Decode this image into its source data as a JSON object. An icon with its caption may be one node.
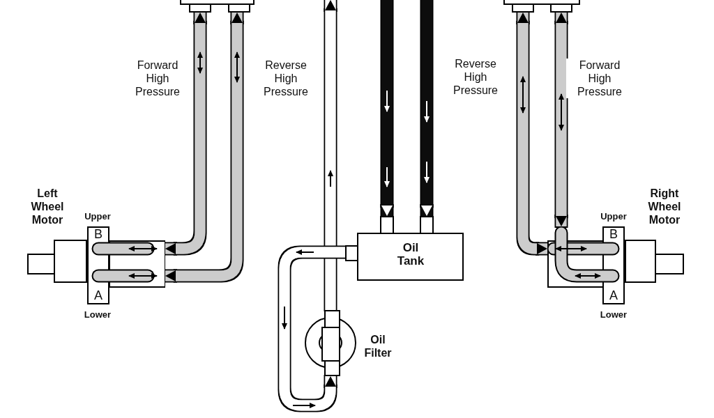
{
  "diagram": {
    "nodes": [
      {
        "text": [
          "Left Wheel Motor"
        ]
      },
      {
        "text": [
          "B",
          "A"
        ],
        "beside": [
          "Upper",
          "Lower"
        ]
      },
      {
        "text": [
          "Oil Tank"
        ]
      },
      {
        "text": [],
        "shape": "circle",
        "beside": [
          "Oil Filter"
        ]
      },
      {
        "text": [
          "Right Wheel Motor"
        ]
      },
      {
        "text": [
          "B",
          "A"
        ],
        "beside": [
          "Upper",
          "Lower"
        ]
      },
      {
        "text": [],
        "shape": "box"
      },
      {
        "text": [],
        "shape": "box"
      }
    ],
    "edges": [
      {
        "from": 6,
        "to": 1,
        "arrow": "both",
        "label": "Forward High Pressure",
        "color": "#cccccc"
      },
      {
        "from": 6,
        "to": 1,
        "arrow": "both",
        "label": "Reverse High Pressure",
        "color": "#cccccc"
      },
      {
        "from": null,
        "to": 2,
        "arrow": "to",
        "color": "#111111"
      },
      {
        "from": null,
        "to": 2,
        "arrow": "to",
        "color": "#111111"
      },
      {
        "from": 2,
        "to": 3,
        "arrow": "to"
      },
      {
        "from": 3,
        "to": null,
        "arrow": "to"
      },
      {
        "from": 7,
        "to": 5,
        "arrow": "both",
        "label": "Reverse High Pressure",
        "color": "#cccccc"
      },
      {
        "from": 7,
        "to": 5,
        "arrow": "both",
        "label": "Forward High Pressure",
        "color": "#cccccc"
      }
    ]
  }
}
